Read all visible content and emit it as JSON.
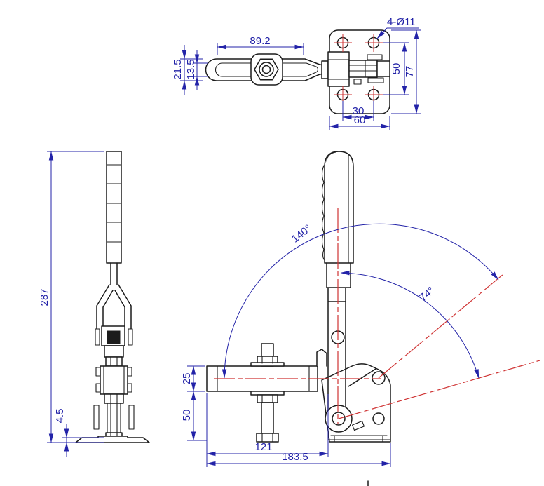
{
  "drawing_title": "Vertical handle toggle clamp - three view engineering drawing",
  "colors": {
    "geometry": "#1c1c1c",
    "dimension": "#2323a8",
    "centerline": "#cf3333",
    "background": "#ffffff"
  },
  "top_view": {
    "dim_arm_length": "89.2",
    "dim_arm_outer_width": "21.5",
    "dim_bar_slot_width": "13.5",
    "dim_mounting_holes": "4-Ø11",
    "dim_hole_pitch_long": "50",
    "dim_plate_length": "77",
    "dim_hole_pitch_short": "30",
    "dim_plate_width": "60"
  },
  "side_view": {
    "dim_overall_height": "287",
    "dim_foot_clearance": "4.5"
  },
  "front_view": {
    "dim_opening_angle": "140°",
    "dim_link_angle": "74°",
    "dim_bar_height": "25",
    "dim_base_height": "50",
    "dim_bar_reach": "121",
    "dim_overall_length": "183.5"
  }
}
